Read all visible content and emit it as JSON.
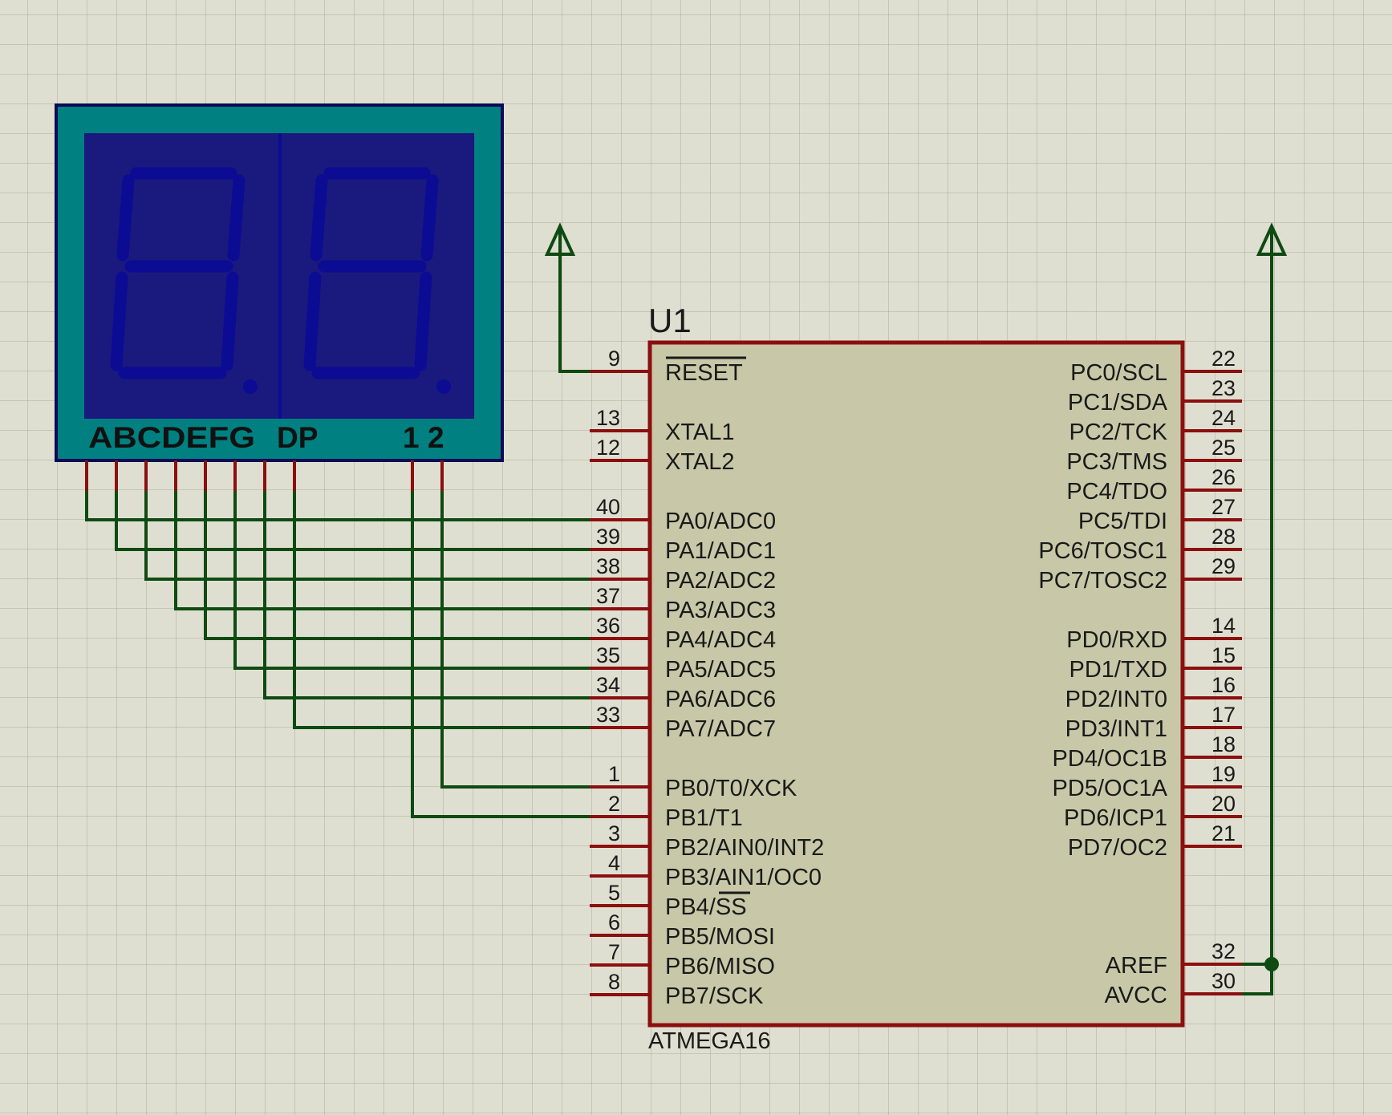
{
  "colors": {
    "background": "#dfdfd1",
    "chip_fill": "#c8c8a8",
    "chip_border": "#8b0f0f",
    "pin": "#8b0f0f",
    "wire": "#0f4a12",
    "display_frame": "#008080",
    "display_panel": "#1a1a7e",
    "segment": "#0b0b94",
    "text": "#1a1a1a"
  },
  "display": {
    "label_segments": "ABCDEFG",
    "label_dp": "DP",
    "label_d1": "1",
    "label_d2": "2"
  },
  "chip": {
    "ref": "U1",
    "part": "ATMEGA16",
    "left_pins": [
      {
        "num": "9",
        "name": "RESET"
      },
      {
        "num": "13",
        "name": "XTAL1"
      },
      {
        "num": "12",
        "name": "XTAL2"
      },
      {
        "num": "40",
        "name": "PA0/ADC0"
      },
      {
        "num": "39",
        "name": "PA1/ADC1"
      },
      {
        "num": "38",
        "name": "PA2/ADC2"
      },
      {
        "num": "37",
        "name": "PA3/ADC3"
      },
      {
        "num": "36",
        "name": "PA4/ADC4"
      },
      {
        "num": "35",
        "name": "PA5/ADC5"
      },
      {
        "num": "34",
        "name": "PA6/ADC6"
      },
      {
        "num": "33",
        "name": "PA7/ADC7"
      },
      {
        "num": "1",
        "name": "PB0/T0/XCK"
      },
      {
        "num": "2",
        "name": "PB1/T1"
      },
      {
        "num": "3",
        "name": "PB2/AIN0/INT2"
      },
      {
        "num": "4",
        "name": "PB3/AIN1/OC0"
      },
      {
        "num": "5",
        "name": "PB4/SS"
      },
      {
        "num": "6",
        "name": "PB5/MOSI"
      },
      {
        "num": "7",
        "name": "PB6/MISO"
      },
      {
        "num": "8",
        "name": "PB7/SCK"
      }
    ],
    "right_pins": [
      {
        "num": "22",
        "name": "PC0/SCL"
      },
      {
        "num": "23",
        "name": "PC1/SDA"
      },
      {
        "num": "24",
        "name": "PC2/TCK"
      },
      {
        "num": "25",
        "name": "PC3/TMS"
      },
      {
        "num": "26",
        "name": "PC4/TDO"
      },
      {
        "num": "27",
        "name": "PC5/TDI"
      },
      {
        "num": "28",
        "name": "PC6/TOSC1"
      },
      {
        "num": "29",
        "name": "PC7/TOSC2"
      },
      {
        "num": "14",
        "name": "PD0/RXD"
      },
      {
        "num": "15",
        "name": "PD1/TXD"
      },
      {
        "num": "16",
        "name": "PD2/INT0"
      },
      {
        "num": "17",
        "name": "PD3/INT1"
      },
      {
        "num": "18",
        "name": "PD4/OC1B"
      },
      {
        "num": "19",
        "name": "PD5/OC1A"
      },
      {
        "num": "20",
        "name": "PD6/ICP1"
      },
      {
        "num": "21",
        "name": "PD7/OC2"
      },
      {
        "num": "32",
        "name": "AREF"
      },
      {
        "num": "30",
        "name": "AVCC"
      }
    ]
  }
}
